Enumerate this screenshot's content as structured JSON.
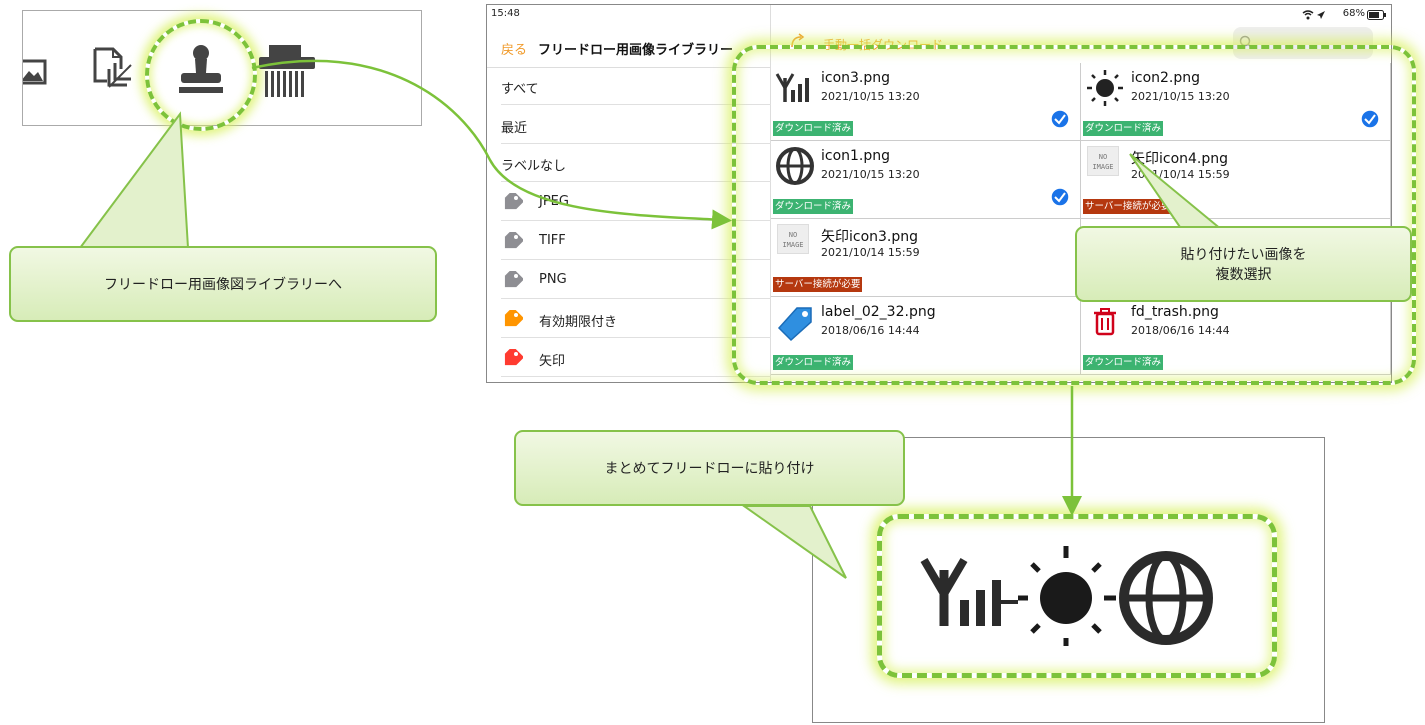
{
  "status_bar": {
    "time": "15:48",
    "battery": "68%"
  },
  "library": {
    "back_label": "戻る",
    "title": "フリードロー用画像ライブラリー",
    "download_all_label": "手動一括ダウンロード"
  },
  "sidebar": {
    "items": [
      {
        "label": "すべて"
      },
      {
        "label": "最近"
      },
      {
        "label": "ラベルなし"
      },
      {
        "label": "JPEG",
        "tag_color": "#8e8e93"
      },
      {
        "label": "TIFF",
        "tag_color": "#8e8e93"
      },
      {
        "label": "PNG",
        "tag_color": "#8e8e93"
      },
      {
        "label": "有効期限付き",
        "tag_color": "#ff9500"
      },
      {
        "label": "矢印",
        "tag_color": "#ff3b30"
      }
    ]
  },
  "grid": {
    "items": [
      {
        "name": "icon3.png",
        "date": "2021/10/15 13:20",
        "status": "ダウンロード済み",
        "selected": true,
        "icon": "signal-antenna-icon"
      },
      {
        "name": "icon2.png",
        "date": "2021/10/15 13:20",
        "status": "ダウンロード済み",
        "selected": true,
        "icon": "sun-icon"
      },
      {
        "name": "icon1.png",
        "date": "2021/10/15 13:20",
        "status": "ダウンロード済み",
        "selected": true,
        "icon": "globe-icon"
      },
      {
        "name": "矢印icon4.png",
        "date": "2021/10/14 15:59",
        "status": "サーバー接続が必要",
        "selected": false,
        "icon": "no-image-icon"
      },
      {
        "name": "矢印icon3.png",
        "date": "2021/10/14 15:59",
        "status": "サーバー接続が必要",
        "selected": false,
        "icon": "no-image-icon"
      },
      {
        "name": "label_02_32.png",
        "date": "2018/06/16 14:44",
        "status": "ダウンロード済み",
        "selected": false,
        "icon": "label-tag-icon"
      },
      {
        "name": "fd_trash.png",
        "date": "2018/06/16 14:44",
        "status": "ダウンロード済み",
        "selected": false,
        "icon": "trash-icon"
      }
    ],
    "no_image_text_1": "NO",
    "no_image_text_2": "IMAGE"
  },
  "callouts": {
    "open_library": "フリードロー用画像図ライブラリーへ",
    "select_multiple_line1": "貼り付けたい画像を",
    "select_multiple_line2": "複数選択",
    "paste_together": "まとめてフリードローに貼り付け"
  },
  "colors": {
    "accent_green": "#7cc23a",
    "downloaded_badge": "#3cb371",
    "server_badge": "#b5380f",
    "nav_orange": "#f09a2a",
    "check_blue": "#1a73e8"
  }
}
